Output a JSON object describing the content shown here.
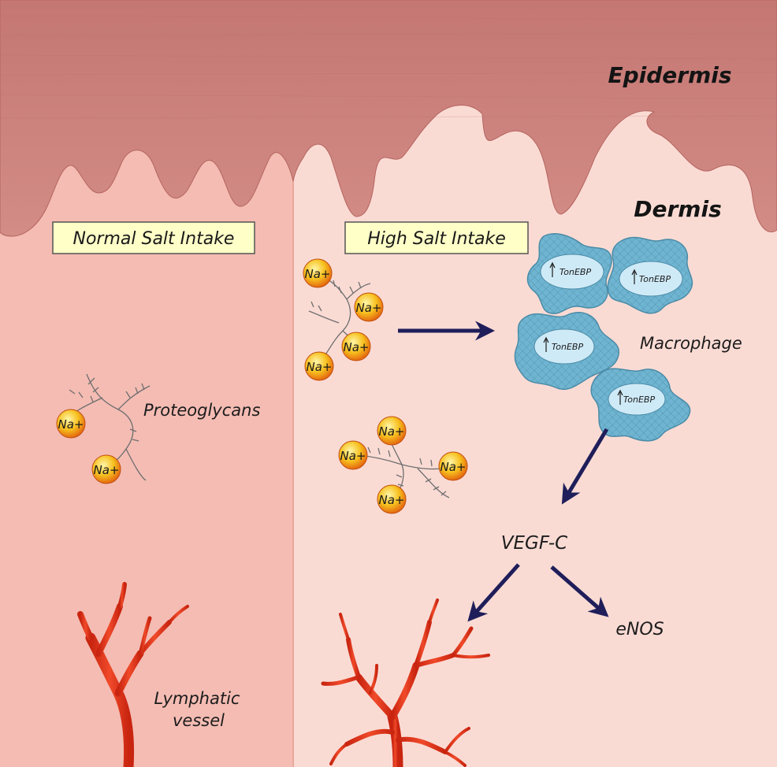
{
  "labels": {
    "epidermis": "Epidermis",
    "dermis": "Dermis",
    "normal_salt": "Normal Salt Intake",
    "high_salt": "High Salt Intake",
    "proteoglycans": "Proteoglycans",
    "macrophage": "Macrophage",
    "vegf_c": "VEGF-C",
    "enos": "eNOS",
    "lymphatic_line1": "Lymphatic",
    "lymphatic_line2": "vessel"
  },
  "sodium_label": "Na+",
  "marker_label": "TonEBP",
  "colors": {
    "epidermis": "#c9807c",
    "dermis_normal": "#f4bcb3",
    "dermis_high": "#fadbd4",
    "label_box": "#ffffc8",
    "macrophage": "#6fb5d1",
    "macrophage_nucleus": "#cfeaf7",
    "arrow": "#1f1e5a",
    "vessel": "#e8341c",
    "sodium": "#f5b21a"
  }
}
